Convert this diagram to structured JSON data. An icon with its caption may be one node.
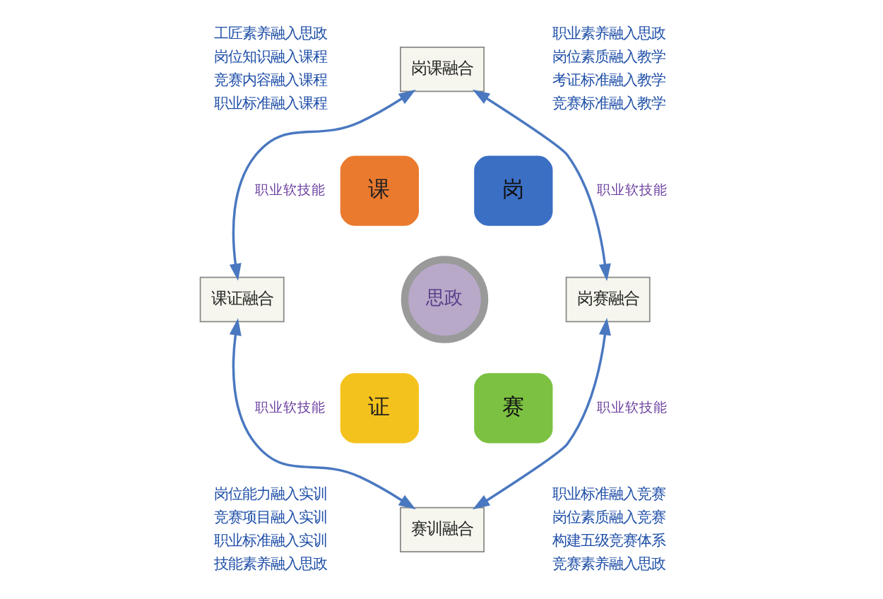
{
  "diagram": {
    "nodes": [
      {
        "text": [
          "岗课融合"
        ]
      },
      {
        "text": [
          "岗赛融合"
        ]
      },
      {
        "text": [
          "赛训融合"
        ]
      },
      {
        "text": [
          "课证融合"
        ]
      },
      {
        "text": [
          "思政"
        ]
      },
      {
        "text": [
          "课"
        ]
      },
      {
        "text": [
          "岗"
        ]
      },
      {
        "text": [
          "证"
        ]
      },
      {
        "text": [
          "赛"
        ]
      }
    ],
    "edges": [
      {
        "from": 0,
        "to": 1,
        "arrow": "both",
        "label": "职业软技能"
      },
      {
        "from": 1,
        "to": 2,
        "arrow": "both",
        "label": "职业软技能"
      },
      {
        "from": 3,
        "to": 2,
        "arrow": "both",
        "label": "职业软技能"
      },
      {
        "from": 0,
        "to": 3,
        "arrow": "both",
        "label": "职业软技能"
      }
    ],
    "labels": [
      "工匠素养融入思政",
      "岗位知识融入课程",
      "竞赛内容融入课程",
      "职业标准融入课程",
      "职业素养融入思政",
      "岗位素质融入教学",
      "考证标准融入教学",
      "竞赛标准融入教学",
      "岗位能力融入实训",
      "竞赛项目融入实训",
      "职业标准融入实训",
      "技能素养融入思政",
      "职业标准融入竞赛",
      "岗位素质融入竞赛",
      "构建五级竞赛体系",
      "竞赛素养融入思政"
    ]
  }
}
